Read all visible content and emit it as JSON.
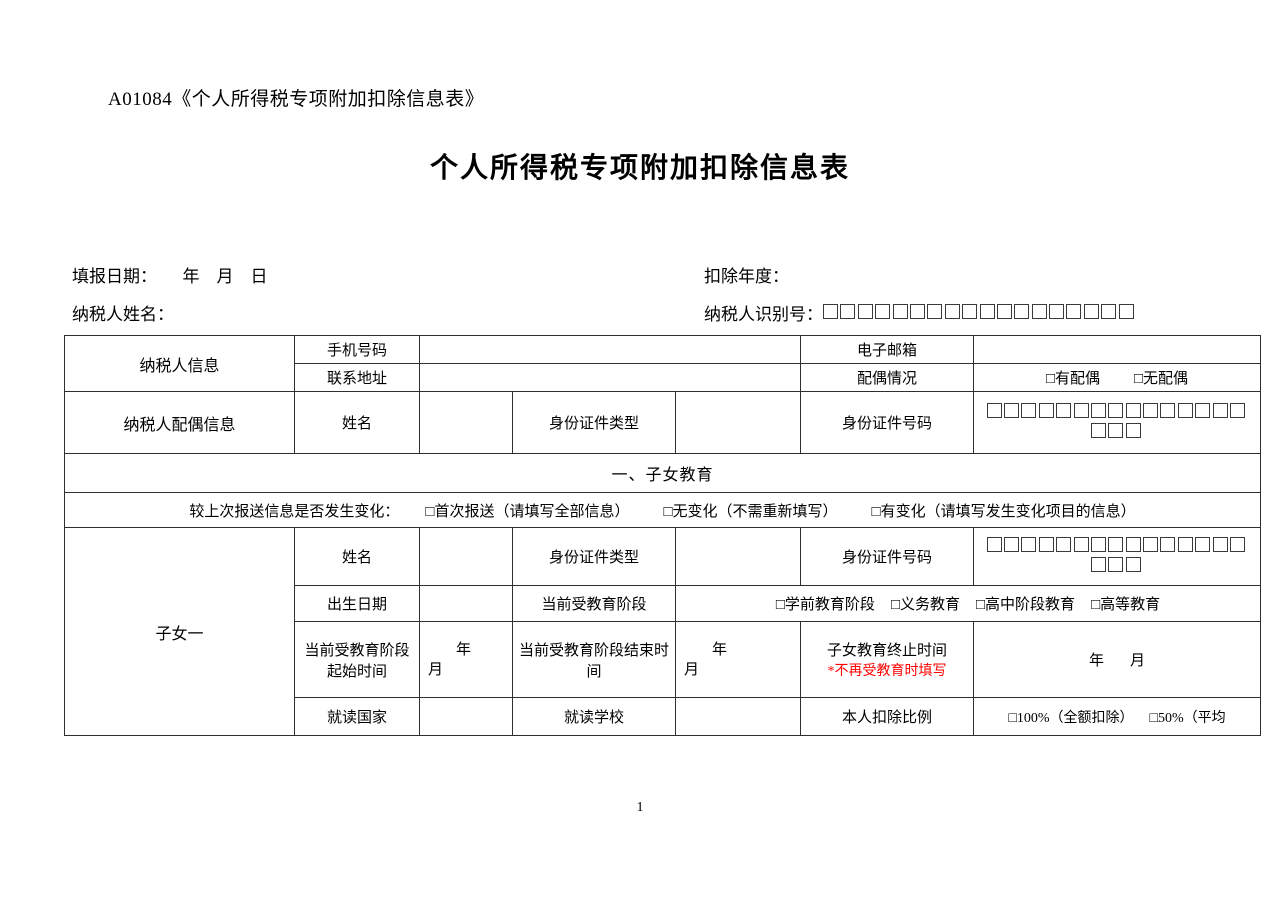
{
  "document": {
    "code_title": "A01084《个人所得税专项附加扣除信息表》",
    "title": "个人所得税专项附加扣除信息表",
    "page_number": "1"
  },
  "meta": {
    "fill_date_label": "填报日期：      年    月    日",
    "deduction_year_label": "扣除年度：",
    "taxpayer_name_label": "纳税人姓名：",
    "taxpayer_id_label": "纳税人识别号：",
    "taxpayer_id_boxes": 18
  },
  "taxpayer_section": {
    "row_label": "纳税人信息",
    "phone_label": "手机号码",
    "phone_value": "",
    "email_label": "电子邮箱",
    "email_value": "",
    "address_label": "联系地址",
    "address_value": "",
    "spouse_status_label": "配偶情况",
    "spouse_status_options": [
      "□有配偶",
      "□无配偶"
    ]
  },
  "spouse_section": {
    "row_label": "纳税人配偶信息",
    "name_label": "姓名",
    "name_value": "",
    "id_type_label": "身份证件类型",
    "id_type_value": "",
    "id_number_label": "身份证件号码",
    "id_number_boxes_line1": 15,
    "id_number_boxes_line2": 3
  },
  "children_education": {
    "section_title": "一、子女教育",
    "change_prompt": "较上次报送信息是否发生变化：",
    "change_options": [
      "□首次报送（请填写全部信息）",
      "□无变化（不需重新填写）",
      "□有变化（请填写发生变化项目的信息）"
    ],
    "child_label": "子女一",
    "name_label": "姓名",
    "name_value": "",
    "id_type_label": "身份证件类型",
    "id_type_value": "",
    "id_number_label": "身份证件号码",
    "id_number_boxes_line1": 15,
    "id_number_boxes_line2": 3,
    "birth_date_label": "出生日期",
    "birth_date_value": "",
    "current_stage_label": "当前受教育阶段",
    "current_stage_options": [
      "□学前教育阶段",
      "□义务教育",
      "□高中阶段教育",
      "□高等教育"
    ],
    "stage_start_label": "当前受教育阶段起始时间",
    "stage_start_year": "年",
    "stage_start_month": "月",
    "stage_end_label": "当前受教育阶段结束时间",
    "stage_end_year": "年",
    "stage_end_month": "月",
    "edu_stop_label": "子女教育终止时间",
    "edu_stop_note": "*不再受教育时填写",
    "edu_stop_year": "年",
    "edu_stop_month": "月",
    "study_country_label": "就读国家",
    "study_country_value": "",
    "study_school_label": "就读学校",
    "study_school_value": "",
    "deduction_ratio_label": "本人扣除比例",
    "deduction_ratio_options": [
      "□100%（全额扣除）",
      "□50%（平均"
    ]
  },
  "colors": {
    "cell_fill": "#c9c9f2",
    "border": "#2e2e2e",
    "note_red": "#ff0000"
  }
}
